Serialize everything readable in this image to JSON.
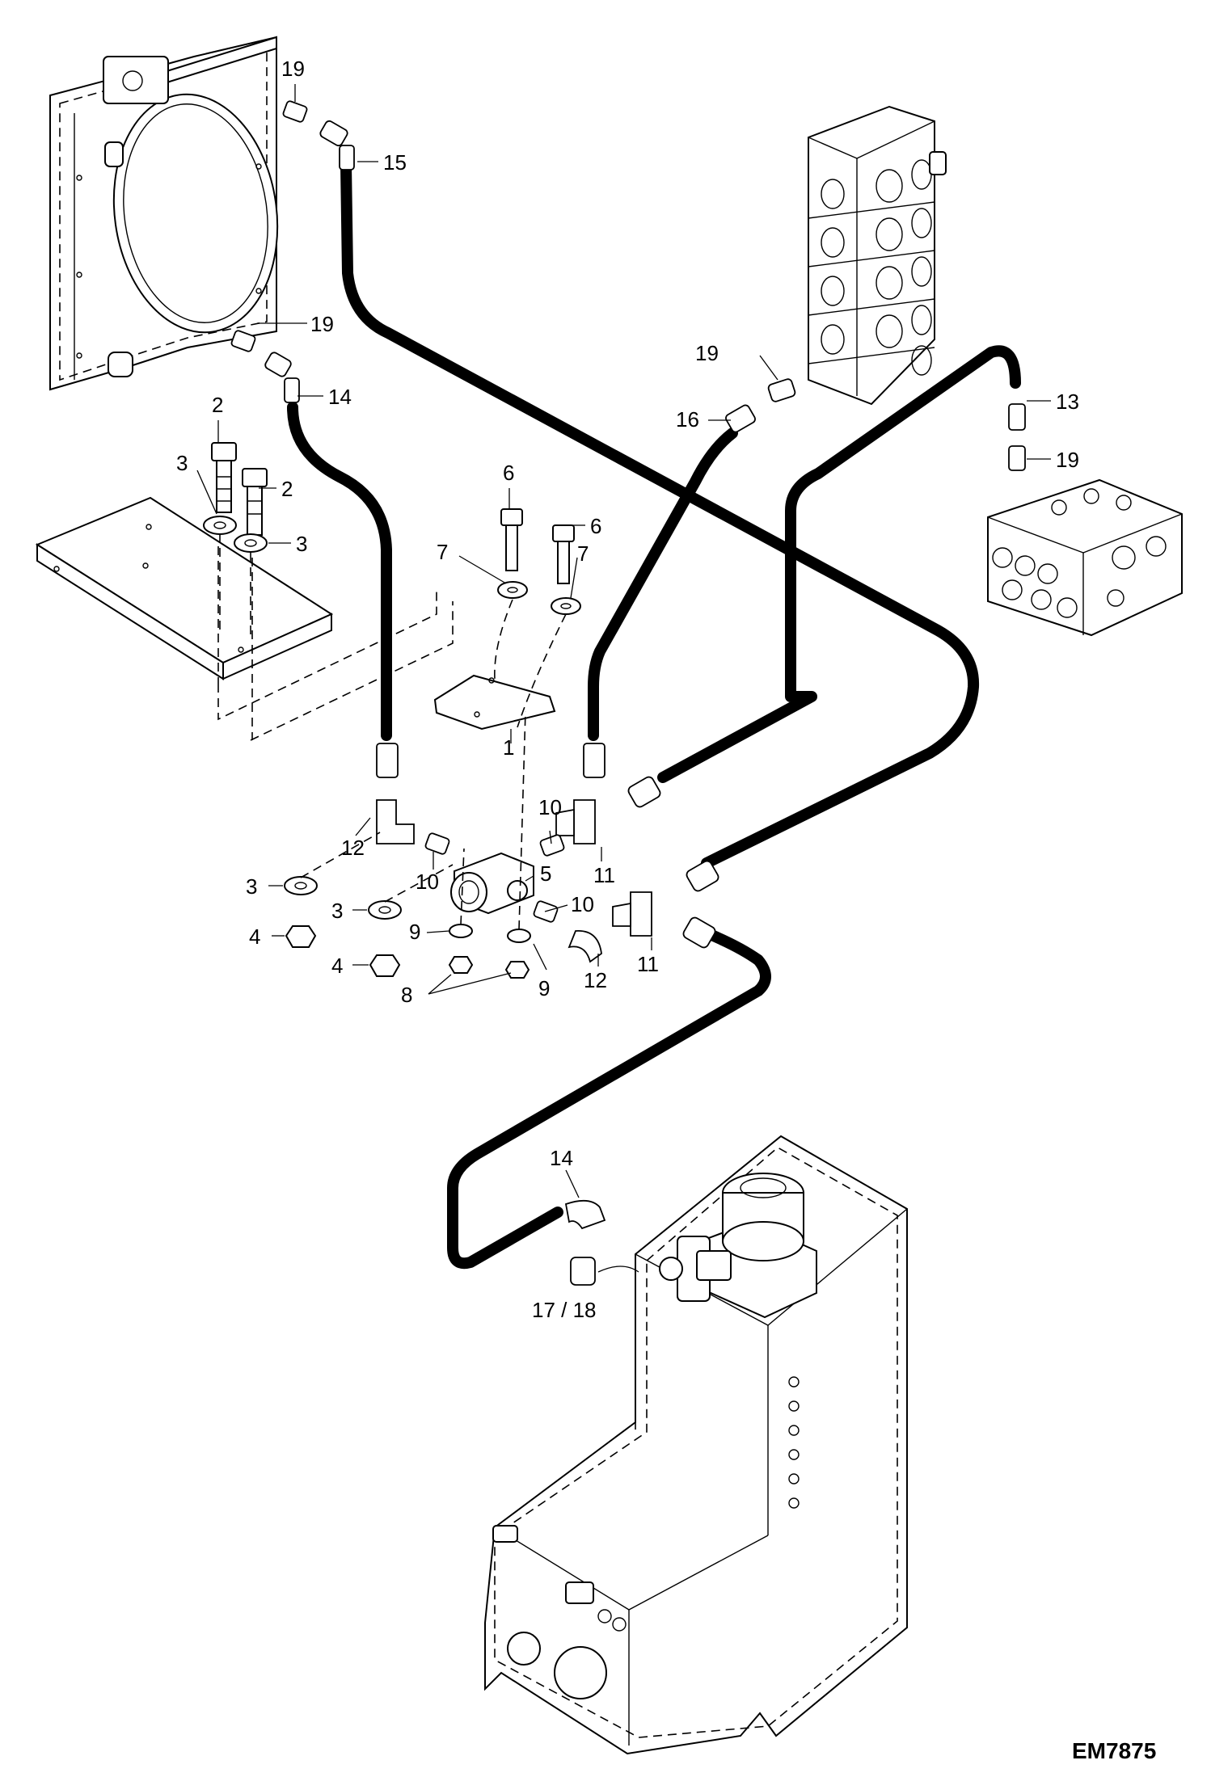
{
  "drawing_code": "EM7875",
  "callouts": {
    "c1": "1",
    "c2a": "2",
    "c2b": "2",
    "c3a": "3",
    "c3b": "3",
    "c3c": "3",
    "c3d": "3",
    "c4a": "4",
    "c4b": "4",
    "c5": "5",
    "c6a": "6",
    "c6b": "6",
    "c7a": "7",
    "c7b": "7",
    "c8": "8",
    "c9a": "9",
    "c9b": "9",
    "c10a": "10",
    "c10b": "10",
    "c10c": "10",
    "c11a": "11",
    "c11b": "11",
    "c12a": "12",
    "c12b": "12",
    "c13": "13",
    "c14a": "14",
    "c14b": "14",
    "c15": "15",
    "c16": "16",
    "c17_18": "17 / 18",
    "c19a": "19",
    "c19b": "19",
    "c19c": "19",
    "c19d": "19"
  }
}
